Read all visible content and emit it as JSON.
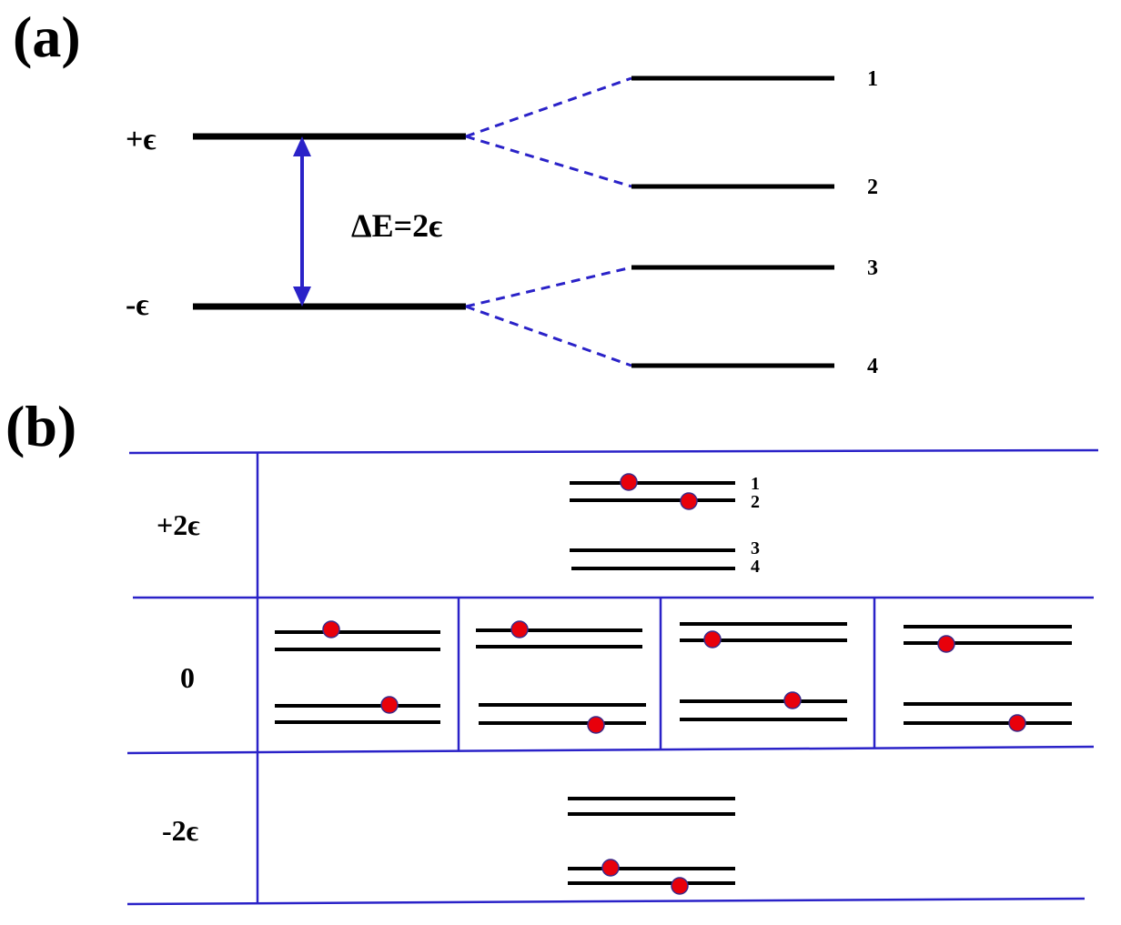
{
  "panel_a": {
    "label": "(a)",
    "upper_level_label": "+ϵ",
    "lower_level_label": "-ϵ",
    "gap_label": "ΔE=2ϵ",
    "split_levels": [
      "1",
      "2",
      "3",
      "4"
    ]
  },
  "panel_b": {
    "label": "(b)",
    "rows": [
      {
        "energy": "+2ϵ",
        "level_numbers": [
          "1",
          "2",
          "3",
          "4"
        ]
      },
      {
        "energy": "0"
      },
      {
        "energy": "-2ϵ"
      }
    ]
  },
  "colors": {
    "frame": "#2a22c8",
    "arrow": "#2a22c8",
    "dashed": "#2a22c8",
    "electron": "#e8000b",
    "electron_outline": "#3a2a8a",
    "level": "#000000"
  }
}
